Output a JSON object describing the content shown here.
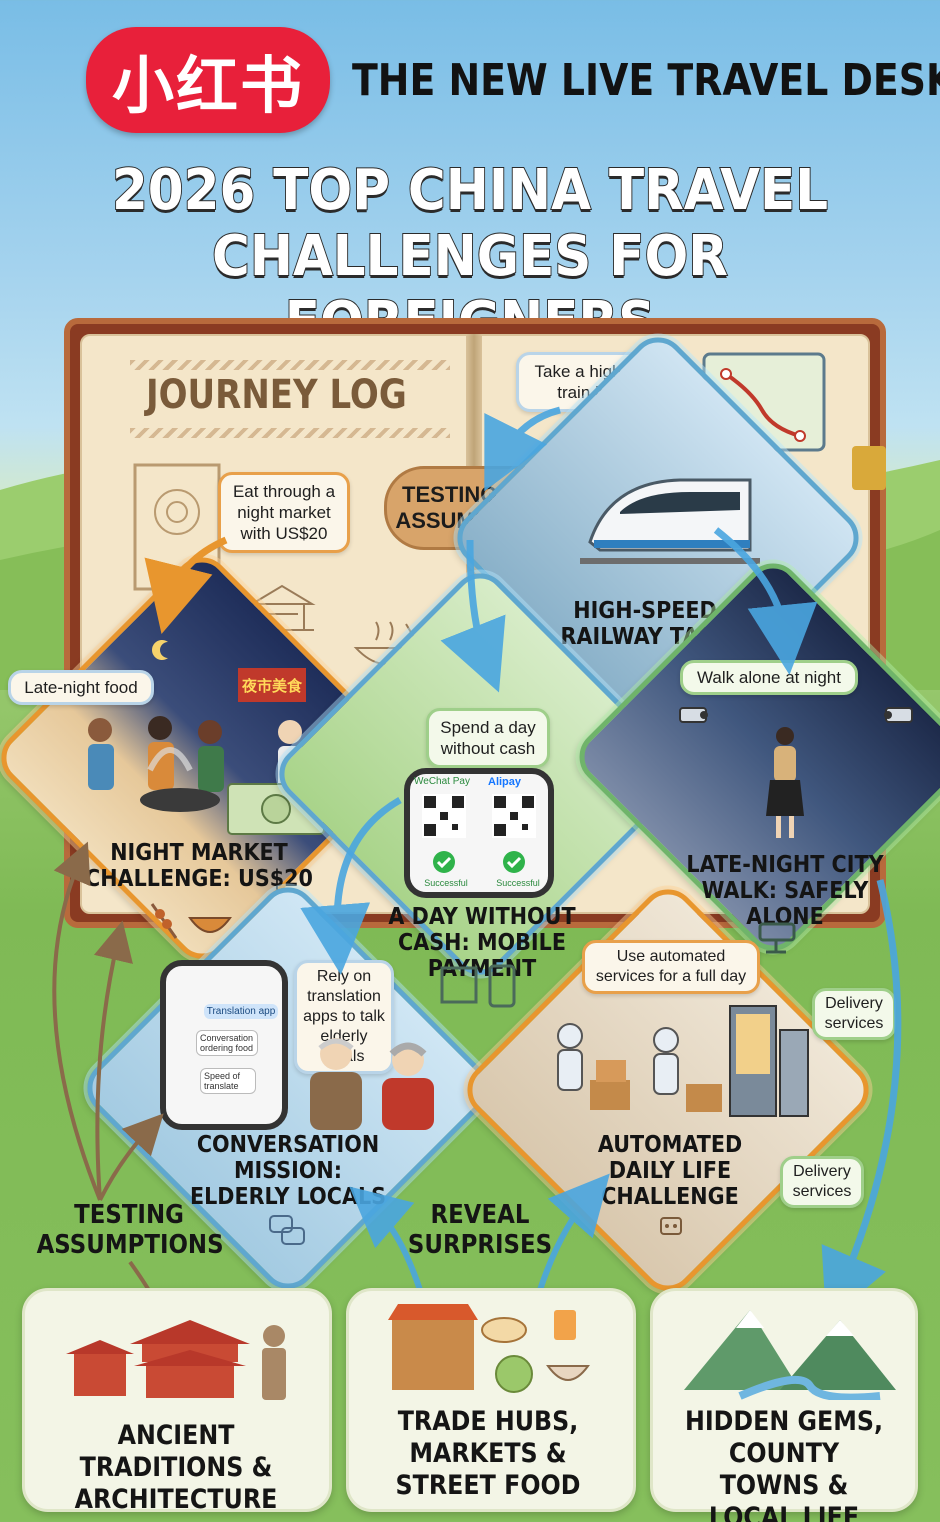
{
  "header": {
    "logo_text": "小红书",
    "desk_title": "THE NEW LIVE TRAVEL DESK",
    "title_line1": "2026 TOP CHINA TRAVEL",
    "title_line2": "CHALLENGES FOR FOREIGNERS"
  },
  "book": {
    "journey_log": "JOURNEY LOG",
    "center_pill": "TESTING OLD ASSUMPTIONS",
    "night_market_bubble": "Eat through a night market with US$20",
    "train_bubble": "Take a high-speed train journey"
  },
  "panels": {
    "railway": {
      "label": "HIGH-SPEED RAILWAY TASK"
    },
    "night_market": {
      "tag": "Late-night food",
      "label": "NIGHT MARKET CHALLENGE: US$20",
      "stall_sign": "夜市美食"
    },
    "cashless": {
      "bubble": "Spend a day without cash",
      "label": "A DAY WITHOUT CASH: MOBILE PAYMENT",
      "wechat": "WeChat Pay",
      "alipay": "Alipay",
      "status": "Successful"
    },
    "city_walk": {
      "tag": "Walk alone at night",
      "label": "LATE-NIGHT CITY WALK: SAFELY ALONE"
    },
    "conversation": {
      "bubble": "Rely on translation apps to talk elderly locals",
      "label": "CONVERSATION MISSION: ELDERLY LOCALS",
      "app_header": "Translation app",
      "msg1": "Conversation ordering food",
      "msg2": "Speed of translate"
    },
    "automated": {
      "bubble": "Use automated services for a full day",
      "label": "AUTOMATED DAILY LIFE CHALLENGE",
      "delivery1": "Delivery services",
      "delivery2": "Delivery services"
    }
  },
  "side_labels": {
    "testing": "TESTING ASSUMPTIONS",
    "reveal": "REVEAL SURPRISES"
  },
  "cards": [
    {
      "label": "ANCIENT TRADITIONS & ARCHITECTURE"
    },
    {
      "label": "TRADE HUBS, MARKETS & STREET FOOD"
    },
    {
      "label": "HIDDEN GEMS, COUNTY TOWNS & LOCAL LIFE"
    }
  ],
  "colors": {
    "brand_red": "#e8203a",
    "arrow_blue": "#5fb4e8",
    "arrow_orange": "#e8962e",
    "book_brown": "#8a3b22"
  }
}
